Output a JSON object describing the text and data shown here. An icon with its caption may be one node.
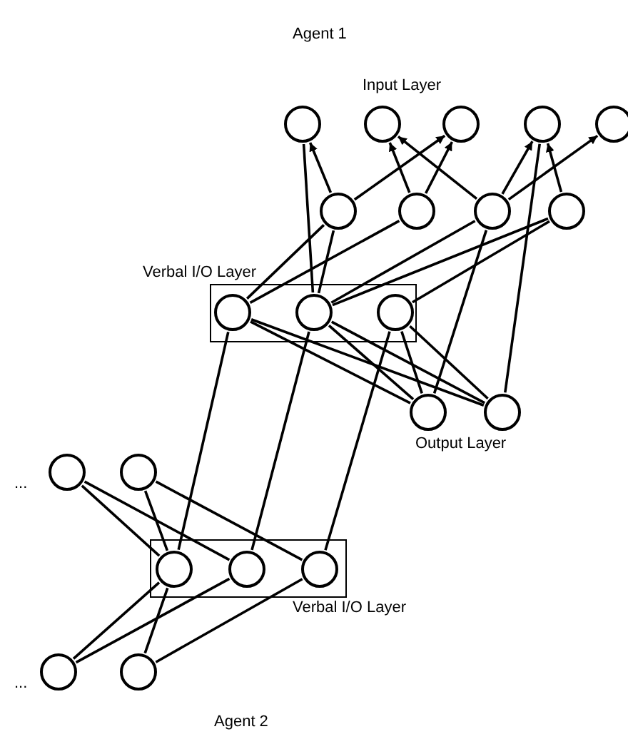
{
  "diagram": {
    "nodes": [
      {
        "text": [],
        "shape": "circle"
      },
      {
        "text": [],
        "shape": "circle"
      },
      {
        "text": [],
        "shape": "circle"
      },
      {
        "text": [],
        "shape": "circle"
      },
      {
        "text": [],
        "shape": "circle"
      },
      {
        "text": [],
        "shape": "circle"
      },
      {
        "text": [],
        "shape": "circle"
      },
      {
        "text": [],
        "shape": "circle"
      },
      {
        "text": [],
        "shape": "circle"
      },
      {
        "text": [
          "Verbal I/O Layer"
        ]
      },
      {
        "text": [],
        "shape": "circle",
        "in": 9
      },
      {
        "text": [],
        "shape": "circle",
        "in": 9
      },
      {
        "text": [],
        "shape": "circle",
        "in": 9
      },
      {
        "text": [],
        "shape": "circle"
      },
      {
        "text": [],
        "shape": "circle"
      },
      {
        "text": [],
        "shape": "circle"
      },
      {
        "text": [],
        "shape": "circle"
      },
      {
        "text": [
          "Verbal I/O Layer"
        ]
      },
      {
        "text": [],
        "shape": "circle",
        "in": 17
      },
      {
        "text": [],
        "shape": "circle",
        "in": 17
      },
      {
        "text": [],
        "shape": "circle",
        "in": 17
      },
      {
        "text": [],
        "shape": "circle"
      },
      {
        "text": [],
        "shape": "circle"
      }
    ],
    "edges": [
      {
        "from": 5,
        "to": 0,
        "arrow": "to"
      },
      {
        "from": 5,
        "to": 2,
        "arrow": "to"
      },
      {
        "from": 6,
        "to": 1,
        "arrow": "to"
      },
      {
        "from": 6,
        "to": 2,
        "arrow": "to"
      },
      {
        "from": 7,
        "to": 1,
        "arrow": "to"
      },
      {
        "from": 7,
        "to": 3,
        "arrow": "to"
      },
      {
        "from": 7,
        "to": 4,
        "arrow": "to"
      },
      {
        "from": 8,
        "to": 3,
        "arrow": "to"
      },
      {
        "from": 10,
        "to": 5,
        "arrow": "none"
      },
      {
        "from": 10,
        "to": 6,
        "arrow": "none"
      },
      {
        "from": 11,
        "to": 0,
        "arrow": "none"
      },
      {
        "from": 11,
        "to": 5,
        "arrow": "none"
      },
      {
        "from": 11,
        "to": 7,
        "arrow": "none"
      },
      {
        "from": 11,
        "to": 8,
        "arrow": "none"
      },
      {
        "from": 12,
        "to": 8,
        "arrow": "none"
      },
      {
        "from": 7,
        "to": 13,
        "arrow": "none"
      },
      {
        "from": 3,
        "to": 14,
        "arrow": "none"
      },
      {
        "from": 10,
        "to": 13,
        "arrow": "none"
      },
      {
        "from": 10,
        "to": 14,
        "arrow": "none"
      },
      {
        "from": 11,
        "to": 13,
        "arrow": "none"
      },
      {
        "from": 11,
        "to": 14,
        "arrow": "none"
      },
      {
        "from": 12,
        "to": 13,
        "arrow": "none"
      },
      {
        "from": 12,
        "to": 14,
        "arrow": "none"
      },
      {
        "from": 10,
        "to": 18,
        "arrow": "none"
      },
      {
        "from": 11,
        "to": 19,
        "arrow": "none"
      },
      {
        "from": 12,
        "to": 20,
        "arrow": "none"
      },
      {
        "from": 15,
        "to": 18,
        "arrow": "none"
      },
      {
        "from": 15,
        "to": 19,
        "arrow": "none"
      },
      {
        "from": 16,
        "to": 18,
        "arrow": "none"
      },
      {
        "from": 16,
        "to": 20,
        "arrow": "none"
      },
      {
        "from": 18,
        "to": 21,
        "arrow": "none"
      },
      {
        "from": 18,
        "to": 22,
        "arrow": "none"
      },
      {
        "from": 19,
        "to": 21,
        "arrow": "none"
      },
      {
        "from": 20,
        "to": 22,
        "arrow": "none"
      }
    ],
    "labels": [
      "Agent 1",
      "Input Layer",
      "Output Layer",
      "...",
      "...",
      "Agent 2"
    ]
  }
}
